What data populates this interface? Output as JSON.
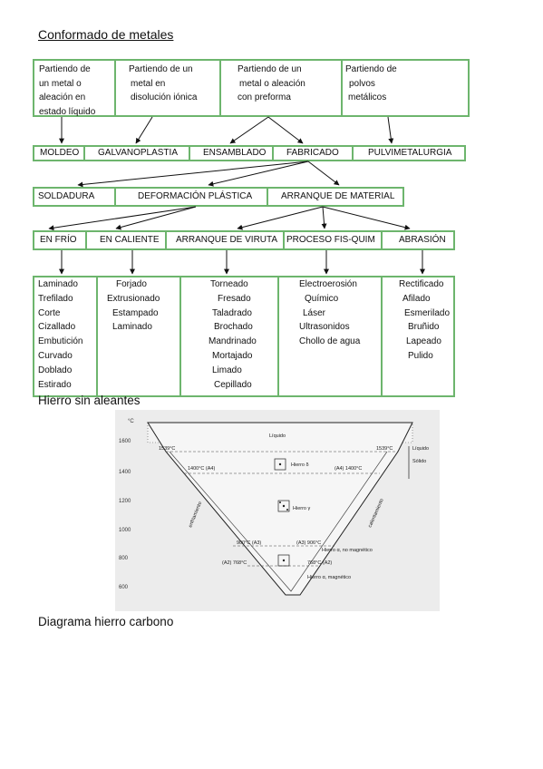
{
  "title": "Conformado de metales",
  "top_row": [
    [
      "Partiendo de",
      "un metal o",
      "aleación en",
      "estado líquido"
    ],
    [
      "Partiendo de un",
      "metal en",
      "disolución iónica"
    ],
    [
      "Partiendo de un",
      "metal o aleación",
      "con preforma"
    ],
    [
      "Partiendo de",
      "polvos",
      "metálicos"
    ]
  ],
  "process_row": [
    "MOLDEO",
    "GALVANOPLASTIA",
    "ENSAMBLADO",
    "FABRICADO",
    "PULVIMETALURGIA"
  ],
  "fabricado_row": [
    "SOLDADURA",
    "DEFORMACIÓN PLÁSTICA",
    "ARRANQUE DE MATERIAL"
  ],
  "subcategory_row": [
    "EN FRÍO",
    "EN CALIENTE",
    "ARRANQUE DE VIRUTA",
    "PROCESO FIS-QUIM",
    "ABRASIÓN"
  ],
  "lists": [
    [
      "Laminado",
      "Trefilado",
      "Corte",
      "Cizallado",
      "Embutición",
      "Curvado",
      "Doblado",
      "Estirado"
    ],
    [
      "Forjado",
      "Extrusionado",
      "Estampado",
      "Laminado"
    ],
    [
      "Torneado",
      "Fresado",
      "Taladrado",
      "Brochado",
      "Mandrinado",
      "Mortajado",
      "Limado",
      "Cepillado"
    ],
    [
      "Electroerosión",
      "Químico",
      "Láser",
      "Ultrasonidos",
      "Chollo de agua"
    ],
    [
      "Rectificado",
      "Afilado",
      "Esmerilado",
      "Bruñido",
      "Lapeado",
      "Pulido"
    ]
  ],
  "section2_title": "Hierro sin aleantes",
  "figure": {
    "y_unit": "°C",
    "y_ticks": [
      "1600",
      "1400",
      "1200",
      "1000",
      "800",
      "600"
    ],
    "labels": {
      "t1539_left": "1539°C",
      "t1539_right": "1539°C",
      "liquido": "Líquido",
      "liquido_side": "Líquido",
      "solido_side": "Sólido",
      "t1400_left": "1400°C (A4)",
      "t1400_right": "(A4) 1400°C",
      "hierro_delta": "Hierro δ",
      "hierro_gamma": "Hierro γ",
      "t906_left": "900°C (A3)",
      "t906_right": "(A3) 906°C",
      "hierro_no_mag": "Hierro α, no magnético",
      "t768_left": "(A2) 768°C",
      "t768_right": "768°C (A2)",
      "hierro_mag": "Hierro α, magnético",
      "enfriamiento": "enfriamiento",
      "calentamiento": "calentamiento"
    }
  },
  "section3_title": "Diagrama hierro carbono"
}
